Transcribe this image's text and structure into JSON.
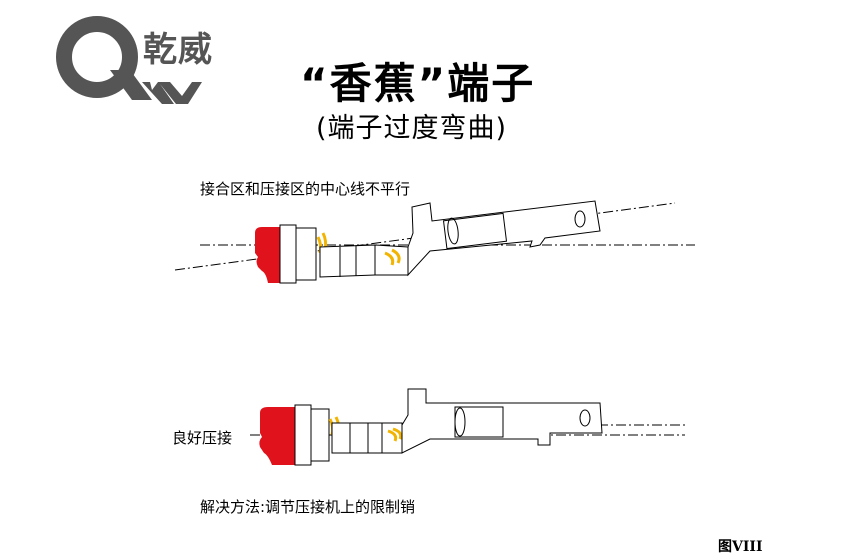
{
  "logo": {
    "text": "乾威"
  },
  "title": "“香蕉”端子",
  "subtitle": "(端子过度弯曲)",
  "captions": {
    "top": "接合区和压接区的中心线不平行",
    "middle": "良好压接",
    "bottom": "解决方法:调节压接机上的限制销"
  },
  "figure_label": "图VIII",
  "colors": {
    "insulation": "#e0121b",
    "crimp_tab": "#f2b400",
    "logo": "#555555"
  }
}
